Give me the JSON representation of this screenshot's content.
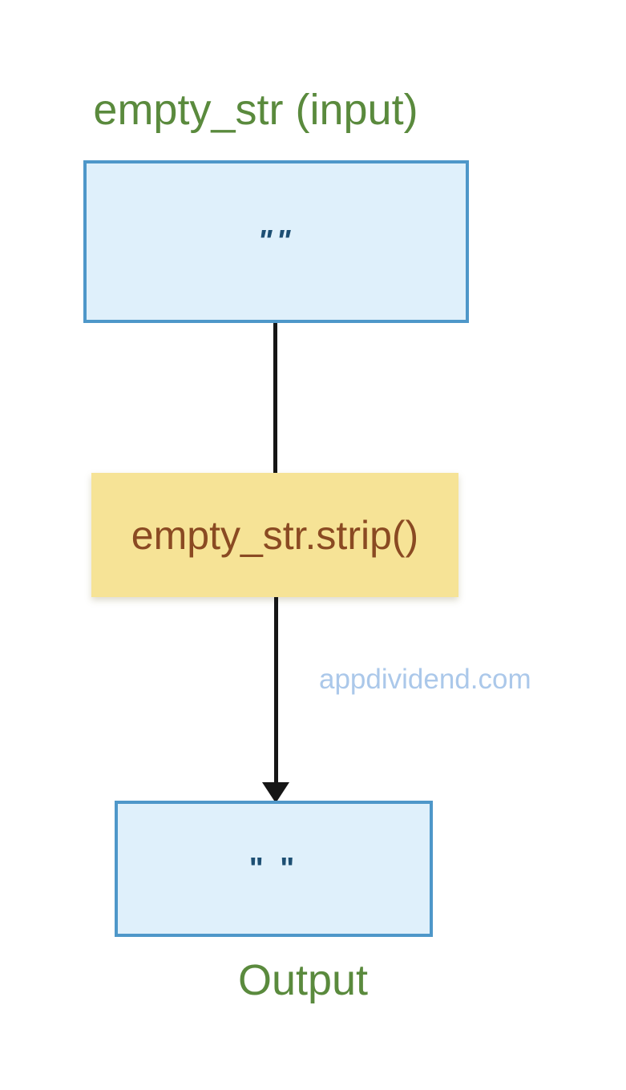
{
  "diagram": {
    "title": "empty_str (input)",
    "input_box": {
      "value": "\"\""
    },
    "operation_box": {
      "label": "empty_str.strip()"
    },
    "output_box": {
      "value": "\" \""
    },
    "output_label": "Output",
    "watermark": "appdividend.com",
    "colors": {
      "label_green": "#5a8a3d",
      "box_fill_blue": "#dff0fb",
      "box_border_blue": "#4e97c9",
      "quote_text_navy": "#1d4f73",
      "operation_fill_yellow": "#f6e396",
      "operation_text_brown": "#8a4a22",
      "watermark_blue": "#abc8ea",
      "connector_black": "#161616"
    }
  }
}
